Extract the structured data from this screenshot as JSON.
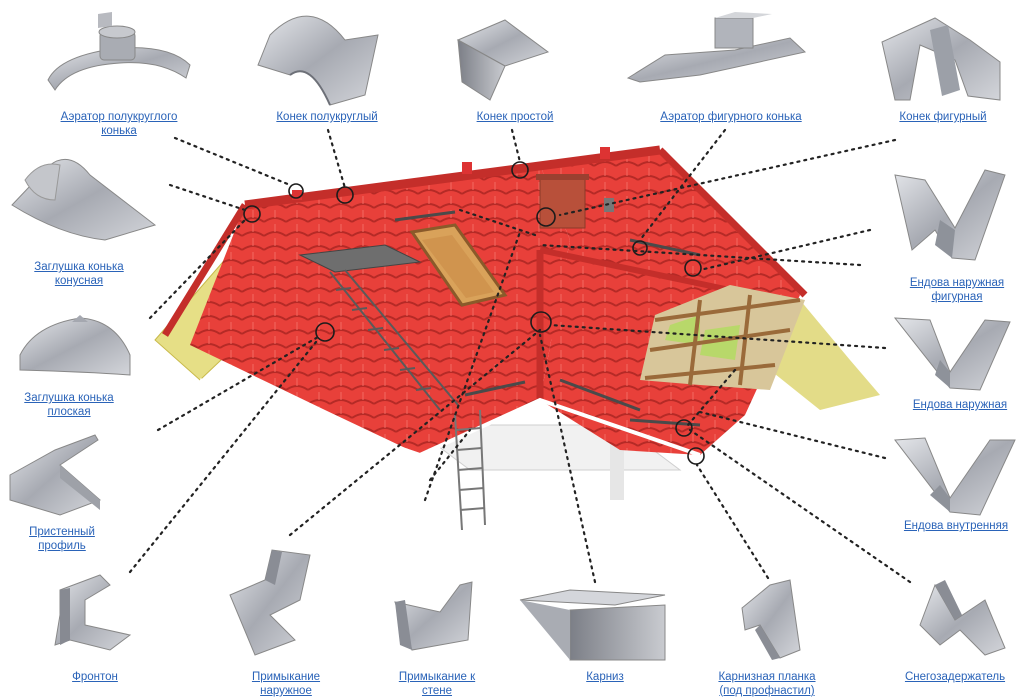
{
  "labels": {
    "aerator_half_round": [
      "Аэратор полукруглого",
      "конька"
    ],
    "ridge_half_round": [
      "Конек полукруглый"
    ],
    "ridge_simple": [
      "Конек простой"
    ],
    "aerator_figured": [
      "Аэратор фигурного конька"
    ],
    "ridge_figured": [
      "Конек фигурный"
    ],
    "cap_conical": [
      "Заглушка конька",
      "конусная"
    ],
    "valley_outer_figured": [
      "Ендова наружная",
      "фигурная"
    ],
    "cap_flat": [
      "Заглушка конька",
      "плоская"
    ],
    "valley_outer": [
      "Ендова наружная"
    ],
    "wall_profile": [
      "Пристенный",
      "профиль"
    ],
    "valley_inner": [
      "Ендова внутренняя"
    ],
    "gable": [
      "Фронтон"
    ],
    "abutment_outer": [
      "Примыкание",
      "наружное"
    ],
    "abutment_wall": [
      "Примыкание к",
      "стене"
    ],
    "eave": [
      "Карниз"
    ],
    "eave_strip": [
      "Карнизная планка",
      "(под профнастил)"
    ],
    "snow_guard": [
      "Снегозадержатель"
    ]
  },
  "colors": {
    "label": "#2a63b8",
    "roof": "#e8403a",
    "roof_dark": "#c42e2a",
    "gable": "#e8e07c",
    "metal": "#b9bcc4",
    "leader": "#222222"
  }
}
